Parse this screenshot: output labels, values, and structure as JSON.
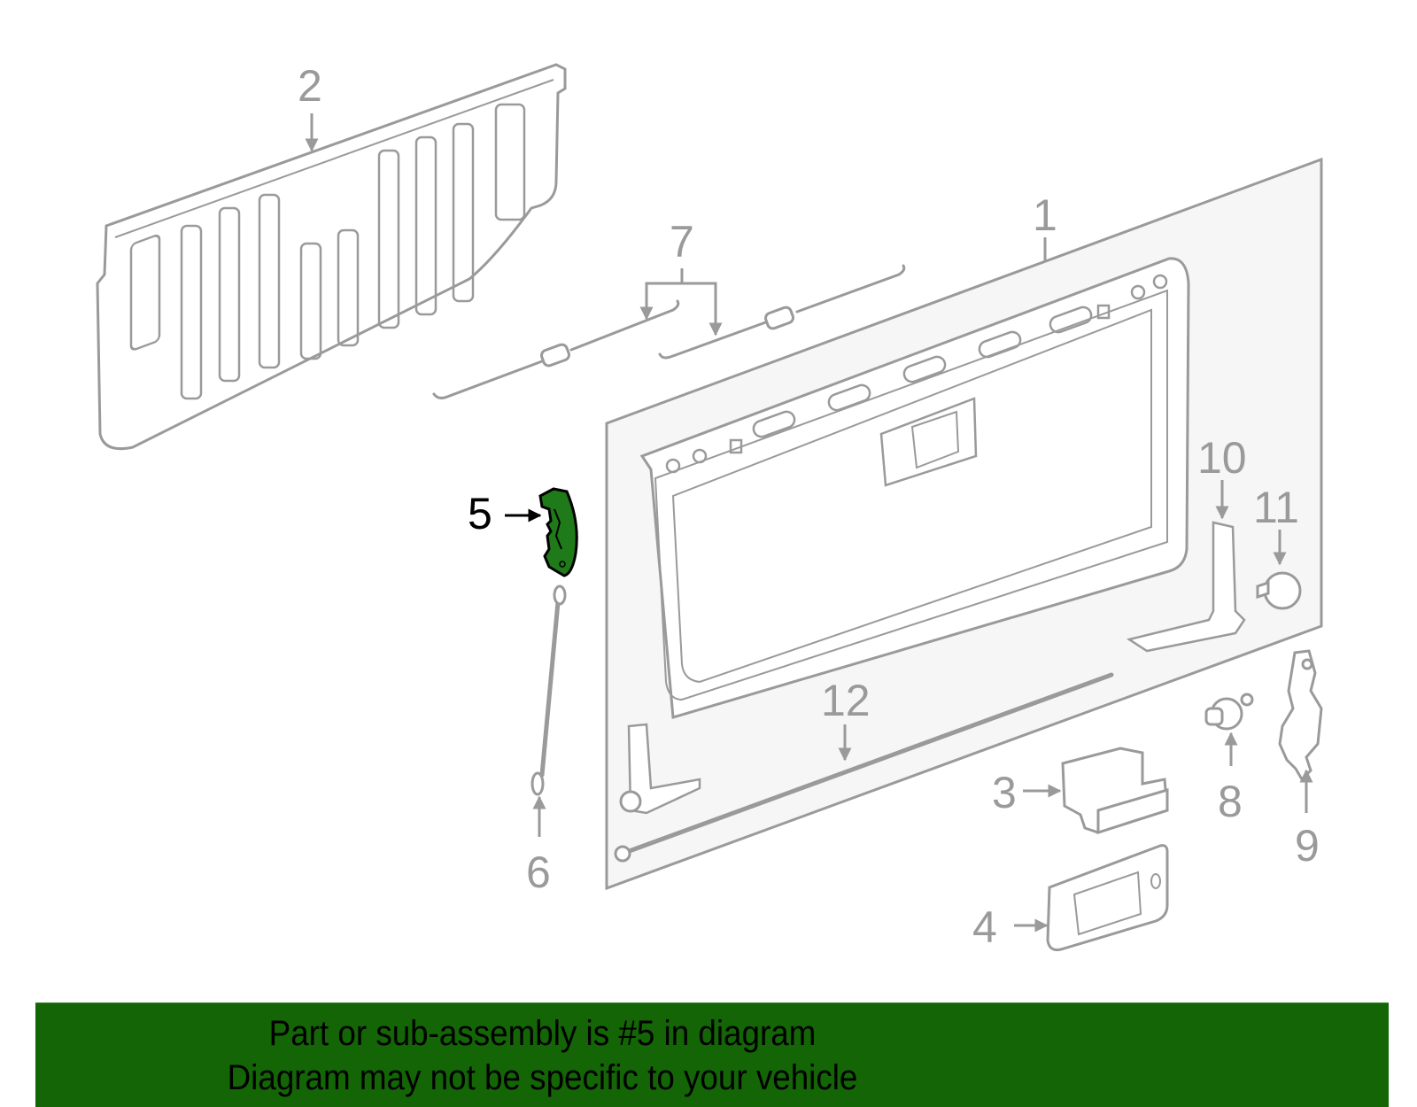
{
  "diagram": {
    "title": "Tailgate parts exploded diagram",
    "highlighted_part": "5",
    "highlight_color": "#1f7a1a",
    "line_color": "#9a9a9a",
    "panel_fill": "#f6f6f6",
    "callouts": [
      {
        "id": "1",
        "label": "1",
        "part": "tailgate-assembly"
      },
      {
        "id": "2",
        "label": "2",
        "part": "inner-panel"
      },
      {
        "id": "3",
        "label": "3",
        "part": "latch"
      },
      {
        "id": "4",
        "label": "4",
        "part": "handle-bezel"
      },
      {
        "id": "5",
        "label": "5",
        "part": "latch-highlighted"
      },
      {
        "id": "6",
        "label": "6",
        "part": "support-cable"
      },
      {
        "id": "7",
        "label": "7",
        "part": "lock-rods"
      },
      {
        "id": "8",
        "label": "8",
        "part": "striker-bolt"
      },
      {
        "id": "9",
        "label": "9",
        "part": "hinge-bracket"
      },
      {
        "id": "10",
        "label": "10",
        "part": "side-bracket"
      },
      {
        "id": "11",
        "label": "11",
        "part": "bushing"
      },
      {
        "id": "12",
        "label": "12",
        "part": "lower-rod"
      }
    ]
  },
  "banner": {
    "line1": "Part or sub-assembly is #5 in diagram",
    "line2": "Diagram may not be specific to your vehicle",
    "background": "#136506"
  }
}
